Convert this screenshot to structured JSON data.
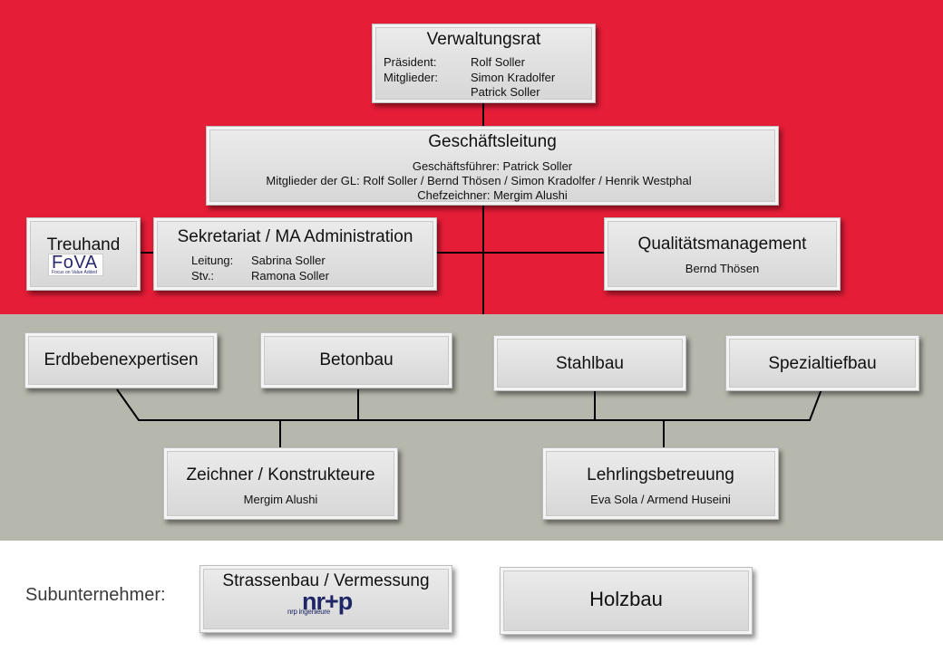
{
  "colors": {
    "band_top": "#e51d37",
    "band_middle": "#b7b8ad",
    "band_bottom": "#ffffff"
  },
  "verwaltungsrat": {
    "title": "Verwaltungsrat",
    "rows": [
      {
        "key": "Präsident:",
        "value": "Rolf Soller"
      },
      {
        "key": "Mitglieder:",
        "value": "Simon Kradolfer"
      },
      {
        "key": "",
        "value": "Patrick Soller"
      }
    ]
  },
  "geschaeftsleitung": {
    "title": "Geschäftsleitung",
    "lines": [
      "Geschäftsführer: Patrick Soller",
      "Mitglieder der GL: Rolf Soller / Bernd Thösen / Simon Kradolfer / Henrik Westphal",
      "Chefzeichner: Mergim Alushi"
    ]
  },
  "treuhand": {
    "title": "Treuhand",
    "logo_text": "FoVA",
    "logo_tagline": "Focus on Value Added"
  },
  "sekretariat": {
    "title": "Sekretariat / MA Administration",
    "rows": [
      {
        "key": "Leitung:",
        "value": "Sabrina Soller"
      },
      {
        "key": "Stv.:",
        "value": "Ramona Soller"
      }
    ]
  },
  "qualitaet": {
    "title": "Qualitätsmanagement",
    "person": "Bernd Thösen"
  },
  "departments": [
    {
      "title": "Erdbebenexpertisen"
    },
    {
      "title": "Betonbau"
    },
    {
      "title": "Stahlbau"
    },
    {
      "title": "Spezialtiefbau"
    }
  ],
  "zeichner": {
    "title": "Zeichner / Konstrukteure",
    "person": "Mergim Alushi"
  },
  "lehrlinge": {
    "title": "Lehrlingsbetreuung",
    "person": "Eva Sola / Armend Huseini"
  },
  "subunternehmer_label": "Subunternehmer:",
  "strassenbau": {
    "title": "Strassenbau / Vermessung",
    "logo_text": "nr+p",
    "logo_tagline": "nrp ingenieure"
  },
  "holzbau": {
    "title": "Holzbau"
  }
}
